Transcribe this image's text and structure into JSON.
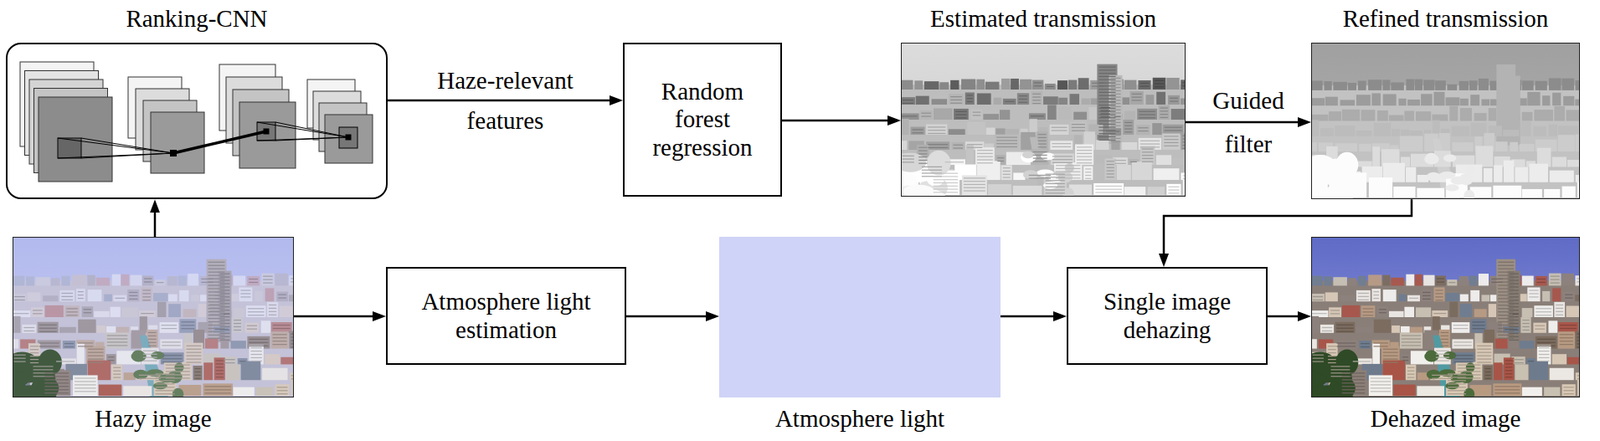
{
  "diagram": {
    "nodes": [
      {
        "text": [
          "Ranking-CNN"
        ]
      },
      {
        "text": [
          "Random forest regression"
        ]
      },
      {
        "text": [
          "Estimated transmission"
        ]
      },
      {
        "text": [
          "Refined transmission"
        ]
      },
      {
        "text": [
          "Hazy image"
        ]
      },
      {
        "text": [
          "Atmosphere light estimation"
        ]
      },
      {
        "text": [
          "Atmosphere light"
        ]
      },
      {
        "text": [
          "Single image dehazing"
        ]
      },
      {
        "text": [
          "Dehazed image"
        ]
      }
    ],
    "edges": [
      {
        "from": 4,
        "to": 0,
        "arrow": "to"
      },
      {
        "from": 0,
        "to": 1,
        "label": "Haze-relevant features",
        "arrow": "to"
      },
      {
        "from": 1,
        "to": 2,
        "arrow": "to"
      },
      {
        "from": 2,
        "to": 3,
        "label": "Guided filter",
        "arrow": "to"
      },
      {
        "from": 4,
        "to": 5,
        "arrow": "to"
      },
      {
        "from": 5,
        "to": 6,
        "arrow": "to"
      },
      {
        "from": 6,
        "to": 7,
        "arrow": "to"
      },
      {
        "from": 3,
        "to": 7,
        "arrow": "to"
      },
      {
        "from": 7,
        "to": 8,
        "arrow": "to"
      }
    ]
  }
}
